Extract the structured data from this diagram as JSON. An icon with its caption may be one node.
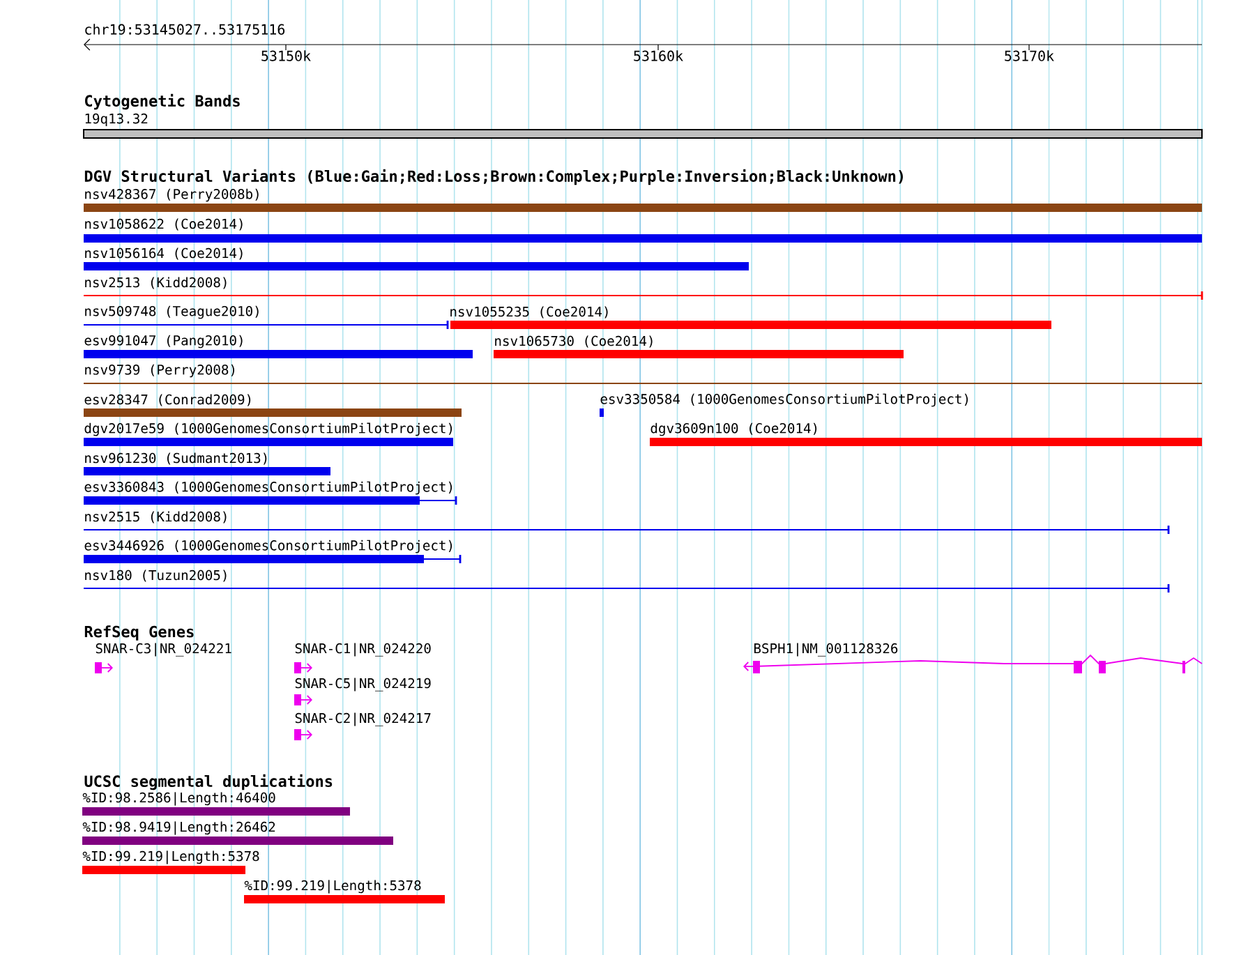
{
  "diagram": {
    "nodes": [
      {
        "text": [
          "19q13.32"
        ]
      },
      {
        "text": [
          "nsv428367 (Perry2008b)"
        ]
      },
      {
        "text": [
          "nsv1058622 (Coe2014)"
        ]
      },
      {
        "text": [
          "nsv1056164 (Coe2014)"
        ]
      },
      {
        "text": [
          "nsv2513 (Kidd2008)"
        ]
      },
      {
        "text": [
          "nsv509748 (Teague2010)"
        ]
      },
      {
        "text": [
          "nsv1055235 (Coe2014)"
        ]
      },
      {
        "text": [
          "esv991047 (Pang2010)"
        ]
      },
      {
        "text": [
          "nsv1065730 (Coe2014)"
        ]
      },
      {
        "text": [
          "nsv9739 (Perry2008)"
        ]
      },
      {
        "text": [
          "esv28347 (Conrad2009)"
        ]
      },
      {
        "text": [
          "esv3350584 (1000GenomesConsortiumPilotProject)"
        ]
      },
      {
        "text": [
          "dgv2017e59 (1000GenomesConsortiumPilotProject)"
        ]
      },
      {
        "text": [
          "dgv3609n100 (Coe2014)"
        ]
      },
      {
        "text": [
          "nsv961230 (Sudmant2013)"
        ]
      },
      {
        "text": [
          "esv3360843 (1000GenomesConsortiumPilotProject)"
        ]
      },
      {
        "text": [
          "nsv2515 (Kidd2008)"
        ]
      },
      {
        "text": [
          "esv3446926 (1000GenomesConsortiumPilotProject)"
        ]
      },
      {
        "text": [
          "nsv180 (Tuzun2005)"
        ]
      },
      {
        "text": [
          "SNAR-C3|NR_024221"
        ]
      },
      {
        "text": [
          "SNAR-C1|NR_024220"
        ]
      },
      {
        "text": [
          "SNAR-C5|NR_024219"
        ]
      },
      {
        "text": [
          "SNAR-C2|NR_024217"
        ]
      },
      {
        "text": [
          "BSPH1|NM_001128326"
        ]
      },
      {
        "text": [
          "%ID:98.2586|Length:46400"
        ]
      },
      {
        "text": [
          "%ID:98.9419|Length:26462"
        ]
      },
      {
        "text": [
          "%ID:99.219|Length:5378"
        ]
      },
      {
        "text": [
          "%ID:99.219|Length:5378"
        ]
      }
    ],
    "labels": [
      "chr19:53145027..53175116",
      "53150k",
      "53160k",
      "53170k",
      "Cytogenetic Bands",
      "DGV Structural Variants (Blue:Gain;Red:Loss;Brown:Complex;Purple:Inversion;Black:Unknown)",
      "RefSeq Genes",
      "UCSC segmental duplications"
    ]
  }
}
